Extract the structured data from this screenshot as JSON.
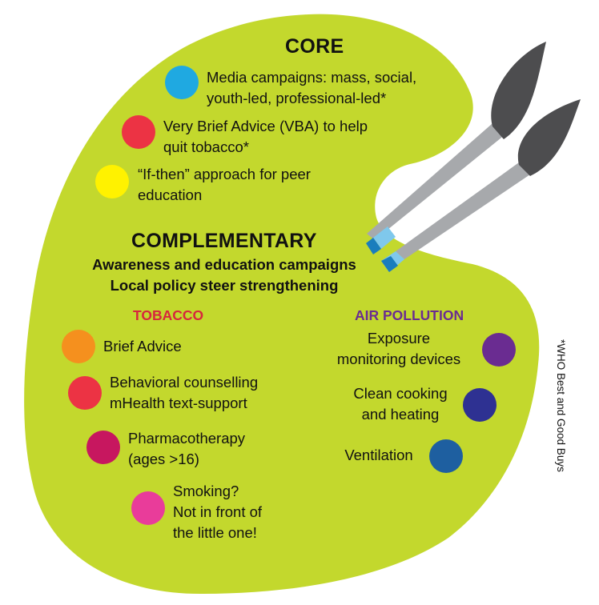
{
  "core": {
    "heading": "CORE",
    "items": [
      {
        "lines": [
          "Media campaigns: mass, social,",
          "youth-led, professional-led*"
        ],
        "icon": "blue-dot",
        "color": "#1fa9e1"
      },
      {
        "lines": [
          "Very Brief Advice (VBA) to help",
          "quit tobacco*"
        ],
        "icon": "red-dot",
        "color": "#ec3344"
      },
      {
        "lines": [
          "“If-then” approach for peer",
          "education"
        ],
        "icon": "yellow-dot",
        "color": "#fff200"
      }
    ]
  },
  "complementary": {
    "heading": "COMPLEMENTARY",
    "sub_lines": [
      "Awareness and education campaigns",
      "Local policy steer strengthening"
    ]
  },
  "tobacco": {
    "heading": "TOBACCO",
    "heading_color": "#d7263d",
    "items": [
      {
        "lines": [
          "Brief Advice"
        ],
        "icon": "orange-dot",
        "color": "#f5901e"
      },
      {
        "lines": [
          "Behavioral counselling",
          "mHealth text-support"
        ],
        "icon": "red-dot",
        "color": "#ec3344"
      },
      {
        "lines": [
          "Pharmacotherapy",
          "(ages >16)"
        ],
        "icon": "crimson-dot",
        "color": "#c7175f"
      },
      {
        "lines": [
          "Smoking?",
          "Not in front of",
          "the little one!"
        ],
        "icon": "pink-dot",
        "color": "#e93c9a"
      }
    ]
  },
  "air_pollution": {
    "heading": "AIR POLLUTION",
    "heading_color": "#6a2c91",
    "items": [
      {
        "lines": [
          "Exposure",
          "monitoring devices"
        ],
        "icon": "purple-dot",
        "color": "#6a2c91"
      },
      {
        "lines": [
          "Clean cooking",
          "and heating"
        ],
        "icon": "indigo-dot",
        "color": "#2e3192"
      },
      {
        "lines": [
          "Ventilation"
        ],
        "icon": "blue-dot",
        "color": "#1e5fa0"
      }
    ]
  },
  "footnote": "*WHO Best and Good Buys",
  "palette_color": "#c3d82d",
  "brush_icons": [
    "paintbrush-icon",
    "paintbrush-icon"
  ]
}
